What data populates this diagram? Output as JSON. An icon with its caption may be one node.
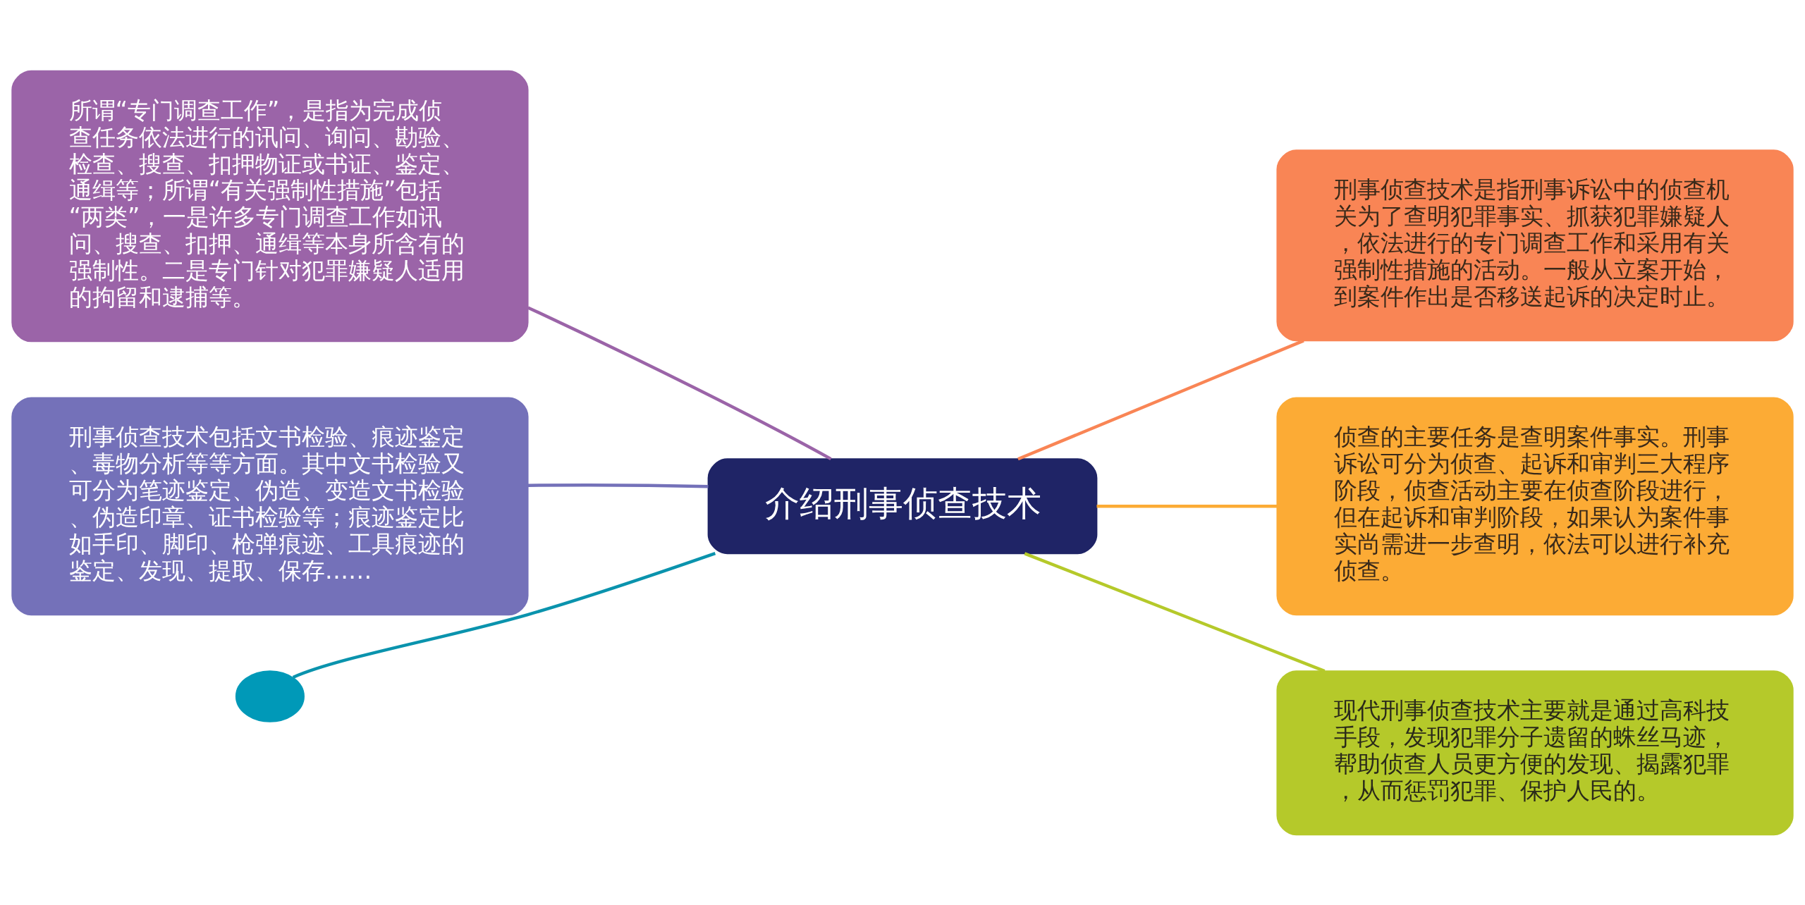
{
  "diagram": {
    "nodes": [
      {
        "text": [
          "介绍刑事侦查技术"
        ]
      },
      {
        "text": [
          "所谓“专门调查工作”，是指为完成侦查任务依法进行的讯问、询问、勘验、检查、搜查、扣押物证或书证、鉴定、通缉等；所谓“有关强制性措施”包括“两类”，一是许多专门调查工作如讯问、搜查、扣押、通缉等本身所含有的强制性。二是专门针对犯罪嫌疑人适用的拘留和逮捕等。"
        ]
      },
      {
        "text": [
          "刑事侦查技术包括文书检验、痕迹鉴定、毒物分析等等方面。其中文书检验又可分为笔迹鉴定、伪造、变造文书检验、伪造印章、证书检验等；痕迹鉴定比如手印、脚印、枪弹痕迹、工具痕迹的鉴定、发现、提取、保存……"
        ]
      },
      {
        "text": [],
        "shape": "circle"
      },
      {
        "text": [
          "刑事侦查技术是指刑事诉讼中的侦查机关为了查明犯罪事实、抓获犯罪嫌疑人，依法进行的专门调查工作和采用有关强制性措施的活动。一般从立案开始，到案件作出是否移送起诉的决定时止。"
        ]
      },
      {
        "text": [
          "侦查的主要任务是查明案件事实。刑事诉讼可分为侦查、起诉和审判三大程序阶段，侦查活动主要在侦查阶段进行，但在起诉和审判阶段，如果认为案件事实尚需进一步查明，依法可以进行补充侦查。"
        ]
      },
      {
        "text": [
          "现代刑事侦查技术主要就是通过高科技手段，发现犯罪分子遗留的蛛丝马迹，帮助侦查人员更方便的发现、揭露犯罪，从而惩罚犯罪、保护人民的。"
        ]
      }
    ],
    "edges": [
      {
        "from": 0,
        "to": 1,
        "arrow": "none",
        "color": "#9b64a8"
      },
      {
        "from": 0,
        "to": 2,
        "arrow": "none",
        "color": "#7471b9"
      },
      {
        "from": 0,
        "to": 3,
        "arrow": "none",
        "color": "#0a93ad"
      },
      {
        "from": 0,
        "to": 4,
        "arrow": "none",
        "color": "#f98555"
      },
      {
        "from": 0,
        "to": 5,
        "arrow": "none",
        "color": "#fcab35"
      },
      {
        "from": 0,
        "to": 6,
        "arrow": "none",
        "color": "#b5c92a"
      }
    ]
  }
}
